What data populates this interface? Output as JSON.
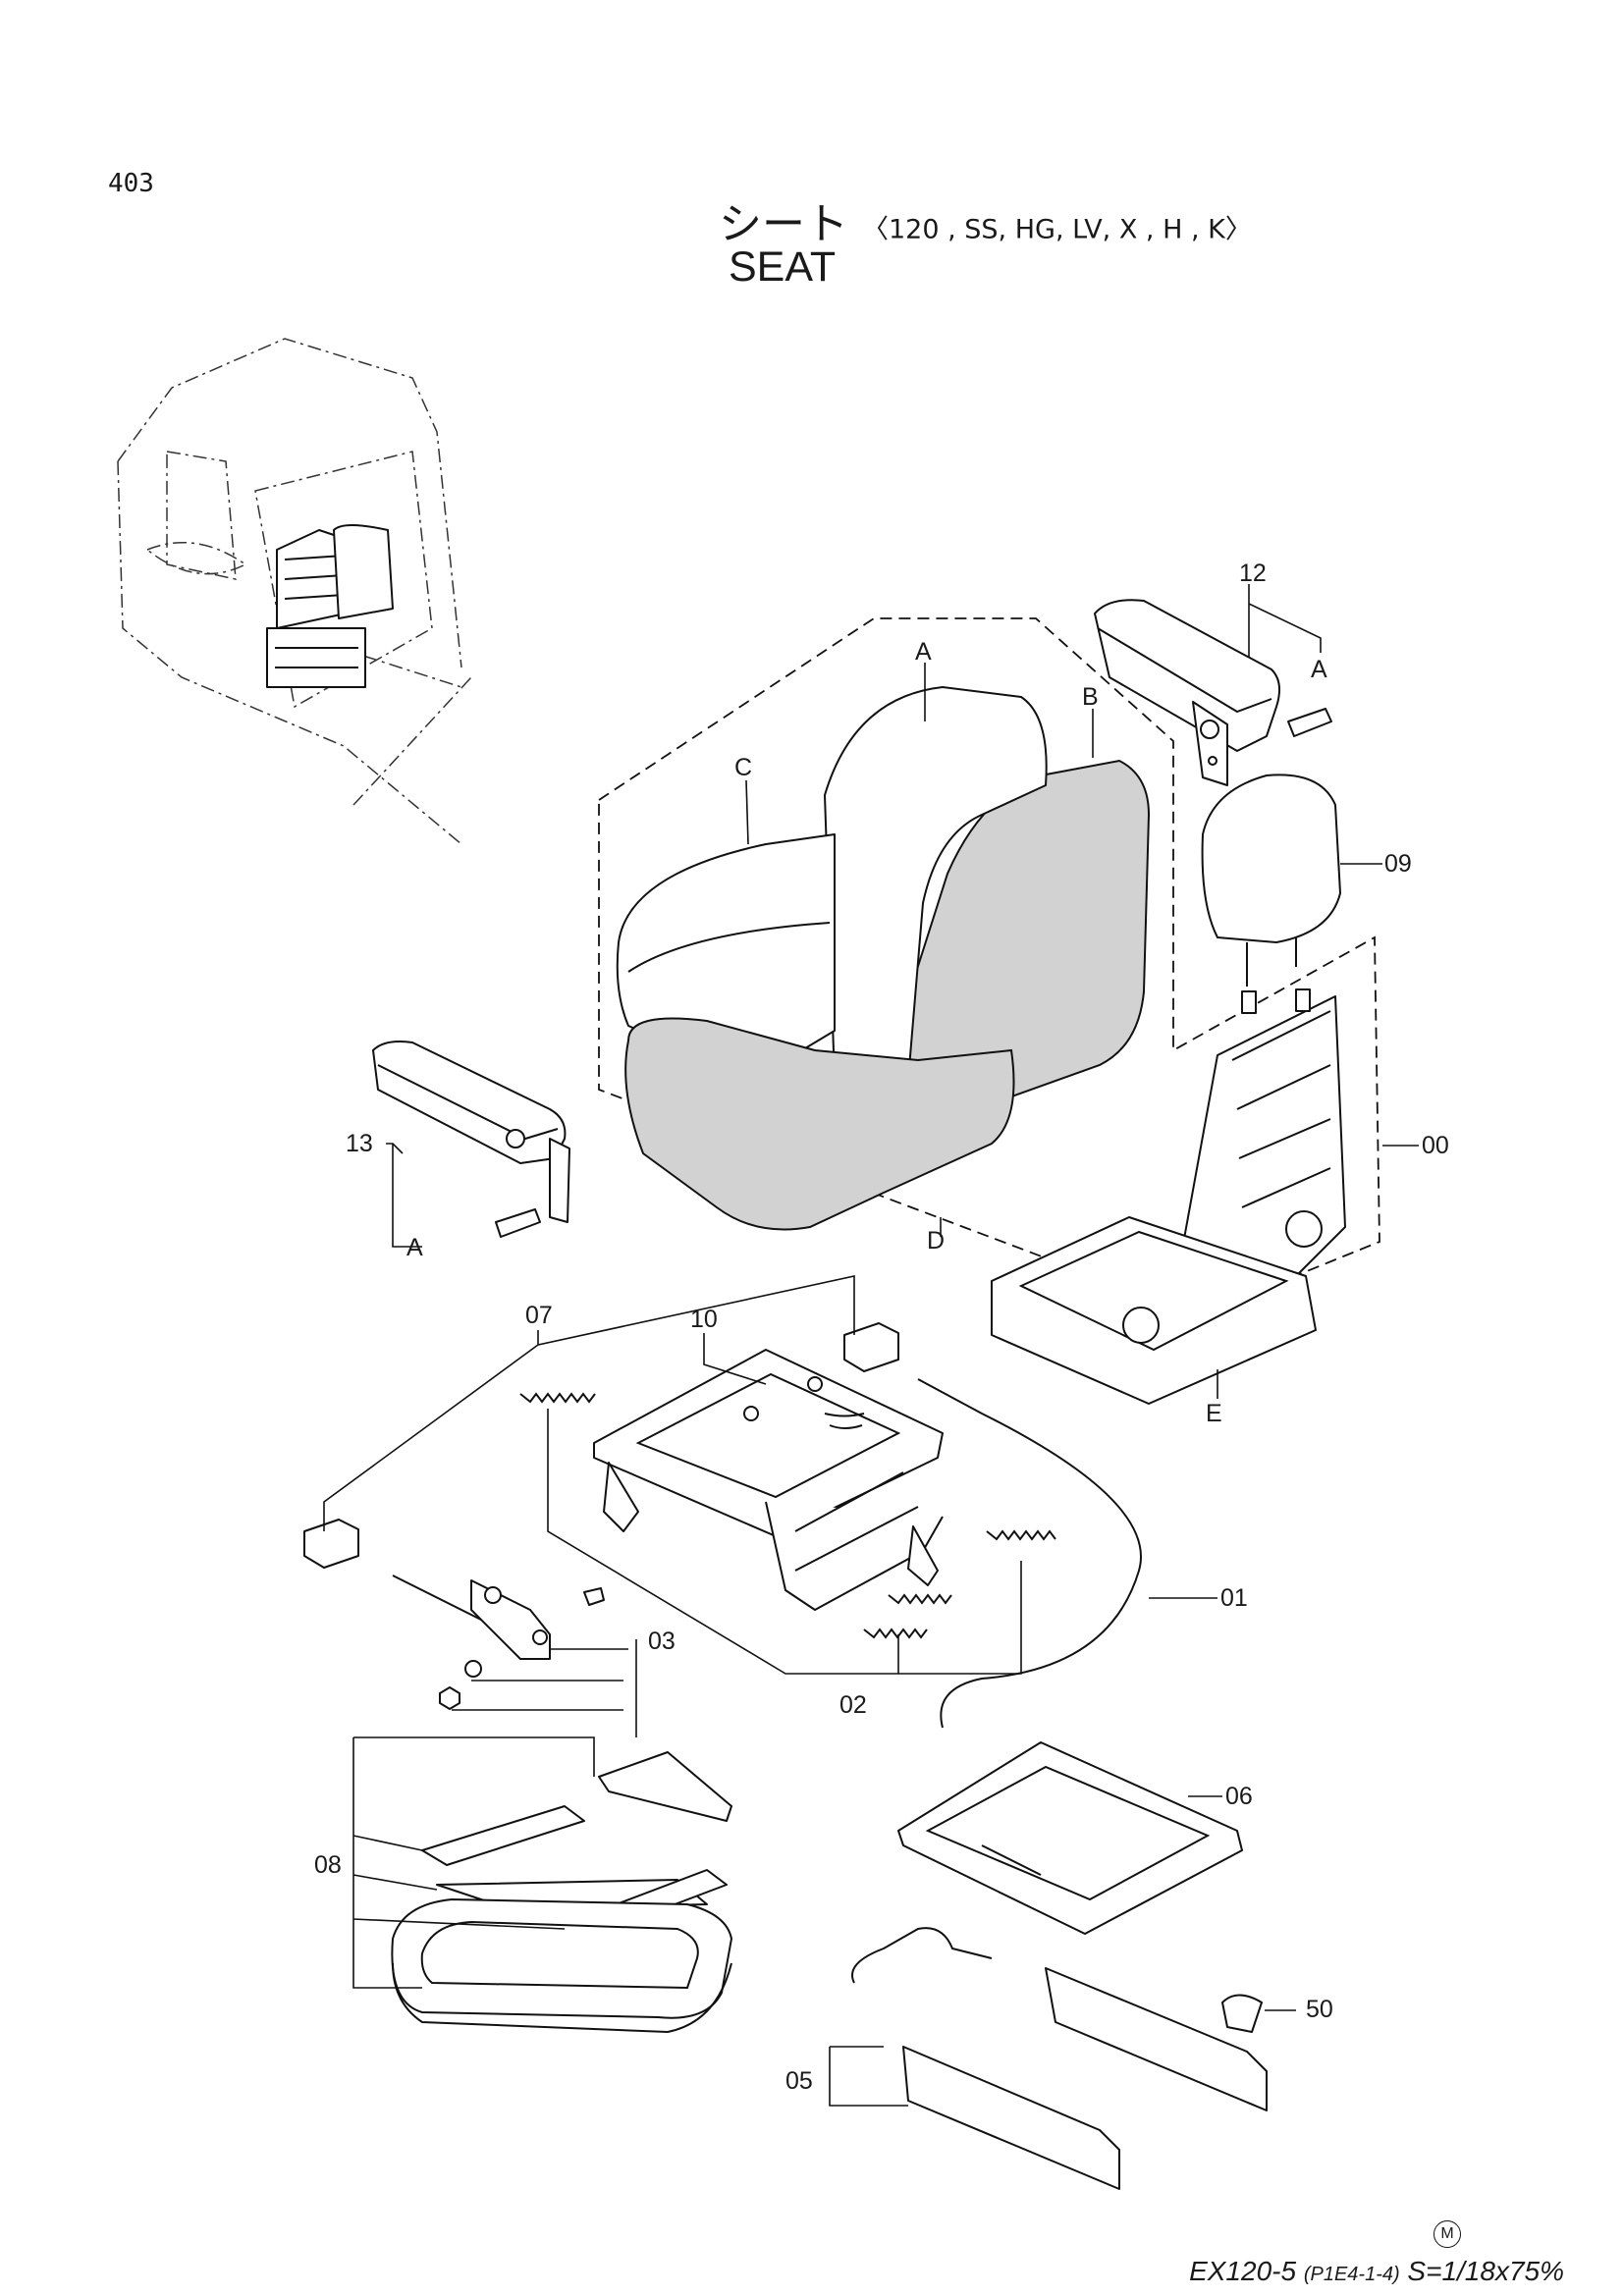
{
  "page_number": "403",
  "title": {
    "jp": "シート",
    "models": "〈120 , SS, HG, LV, X , H , K〉",
    "en": "SEAT"
  },
  "callouts": [
    {
      "id": "label-12",
      "text": "12"
    },
    {
      "id": "label-A-top",
      "text": "A"
    },
    {
      "id": "label-A-seat",
      "text": "A"
    },
    {
      "id": "label-B",
      "text": "B"
    },
    {
      "id": "label-C",
      "text": "C"
    },
    {
      "id": "label-09",
      "text": "09"
    },
    {
      "id": "label-13",
      "text": "13"
    },
    {
      "id": "label-A-left",
      "text": "A"
    },
    {
      "id": "label-D",
      "text": "D"
    },
    {
      "id": "label-00",
      "text": "00"
    },
    {
      "id": "label-07",
      "text": "07"
    },
    {
      "id": "label-10",
      "text": "10"
    },
    {
      "id": "label-E",
      "text": "E"
    },
    {
      "id": "label-01",
      "text": "01"
    },
    {
      "id": "label-03",
      "text": "03"
    },
    {
      "id": "label-02",
      "text": "02"
    },
    {
      "id": "label-06",
      "text": "06"
    },
    {
      "id": "label-08",
      "text": "08"
    },
    {
      "id": "label-50",
      "text": "50"
    },
    {
      "id": "label-05",
      "text": "05"
    }
  ],
  "footer": {
    "mark": "M",
    "model": "EX120-5",
    "code": "(P1E4-1-4)",
    "scale": "S=1/18x75%"
  }
}
